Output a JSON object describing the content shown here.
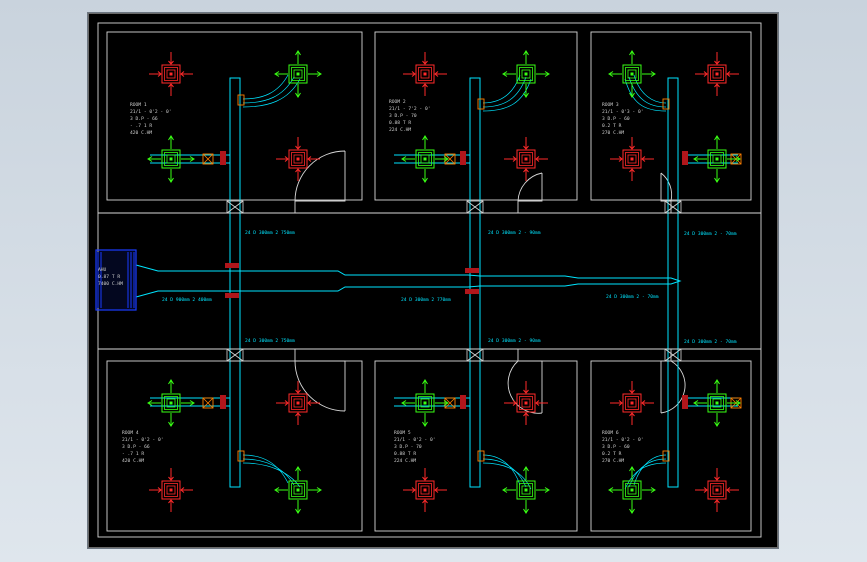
{
  "drawing": {
    "colors": {
      "background": "#000000",
      "wall": "#d8d8d8",
      "duct": "#00e5ff",
      "supply_diffuser": "#39ff14",
      "return_grille": "#ff2a2a",
      "ahu": "#1a3cff",
      "damper": "#ff7f00"
    },
    "ahu": {
      "line1": "AHU",
      "line2": "0.87 T R",
      "line3": "7400 C.HM"
    },
    "rooms": [
      {
        "id": "room-1",
        "title": "ROOM 1",
        "l1": "21/1 - 0'2 - 0'",
        "l2": "3 D.P - 66",
        "l3": "- .7 1 R",
        "l4": "420 C.HM"
      },
      {
        "id": "room-2",
        "title": "ROOM 2",
        "l1": "21/1 - 7'2 - 0'",
        "l2": "3 D.P - 70",
        "l3": "0.88 T R",
        "l4": "224 C.HM"
      },
      {
        "id": "room-3",
        "title": "ROOM 3",
        "l1": "21/1 - 0'3 - 0'",
        "l2": "3 D.P - 60",
        "l3": "0.2 T R",
        "l4": "270 C.HM"
      },
      {
        "id": "room-4",
        "title": "ROOM 4",
        "l1": "21/1 - 0'2 - 0'",
        "l2": "3 D.P - 66",
        "l3": "- .7 1 R",
        "l4": "420 C.HM"
      },
      {
        "id": "room-5",
        "title": "ROOM 5",
        "l1": "21/1 - 0'2 - 0'",
        "l2": "3 D.P - 70",
        "l3": "0.88 T R",
        "l4": "224 C.HM"
      },
      {
        "id": "room-6",
        "title": "ROOM 6",
        "l1": "21/1 - 0'2 - 0'",
        "l2": "3 D.P - 60",
        "l3": "0.2 T R",
        "l4": "270 C.HM"
      }
    ],
    "duct_labels": {
      "upper_left": "24 D 300mm 2 750mm",
      "upper_mid": "24 D 300mm 2 - 90mm",
      "upper_right": "24 D 300mm 2 - 70mm",
      "main_left": "24 D 900mm 2 400mm",
      "main_mid": "24 D 300mm 2 770mm",
      "main_right": "24 D 300mm 2 - 70mm",
      "lower_left": "24 D 300mm 2 750mm",
      "lower_mid": "24 D 300mm 2 - 90mm",
      "lower_right": "24 D 300mm 2 - 70mm"
    }
  }
}
